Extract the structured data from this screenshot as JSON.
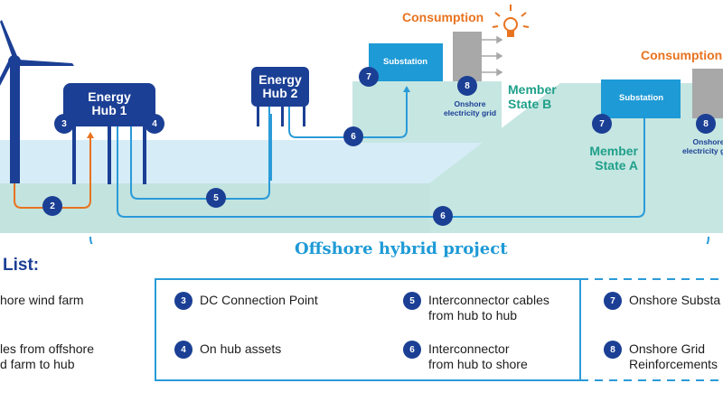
{
  "scene": {
    "hub1": {
      "line1": "Energy",
      "line2": "Hub 1"
    },
    "hub2": {
      "line1": "Energy",
      "line2": "Hub 2"
    },
    "state_b": {
      "substation": "Substation",
      "grid_label_line1": "Onshore",
      "grid_label_line2": "electricity grid",
      "state_line1": "Member",
      "state_line2": "State B",
      "consumption": "Consumption"
    },
    "state_a": {
      "substation": "Substation",
      "grid_label_line1": "Onshore",
      "grid_label_line2": "electricity grid",
      "state_line1": "Member",
      "state_line2": "State A",
      "consumption": "Consumption"
    },
    "markers": {
      "hub1_left": "3",
      "hub1_right": "4",
      "farm_cable": "2",
      "hub_to_hub": "5",
      "hub2_to_shore": "6",
      "hub1_to_shore": "6",
      "substation_b": "7",
      "grid_b": "8",
      "substation_a": "7",
      "grid_a": "8"
    },
    "project_title": "Offshore hybrid project"
  },
  "legend": {
    "title": "List:",
    "items": [
      {
        "num": "",
        "text": "hore wind farm"
      },
      {
        "num": "",
        "text": "les from offshore\nd farm to hub"
      },
      {
        "num": "3",
        "text": "DC Connection Point"
      },
      {
        "num": "4",
        "text": "On hub assets"
      },
      {
        "num": "5",
        "text": "Interconnector cables\nfrom hub to hub"
      },
      {
        "num": "6",
        "text": "Interconnector\nfrom hub to shore"
      },
      {
        "num": "7",
        "text": "Onshore Substa"
      },
      {
        "num": "8",
        "text": "Onshore Grid\nReinforcements"
      }
    ]
  },
  "colors": {
    "navy": "#1b3f94",
    "cable_blue": "#2a9bd8",
    "orange": "#e8731f",
    "teal_text": "#1fa08a",
    "sea": "#d6ecf7",
    "seabed": "#c3e3df",
    "land": "#c6e6e2",
    "substation": "#1e9ad6",
    "grid_gray": "#a8a8a8"
  }
}
